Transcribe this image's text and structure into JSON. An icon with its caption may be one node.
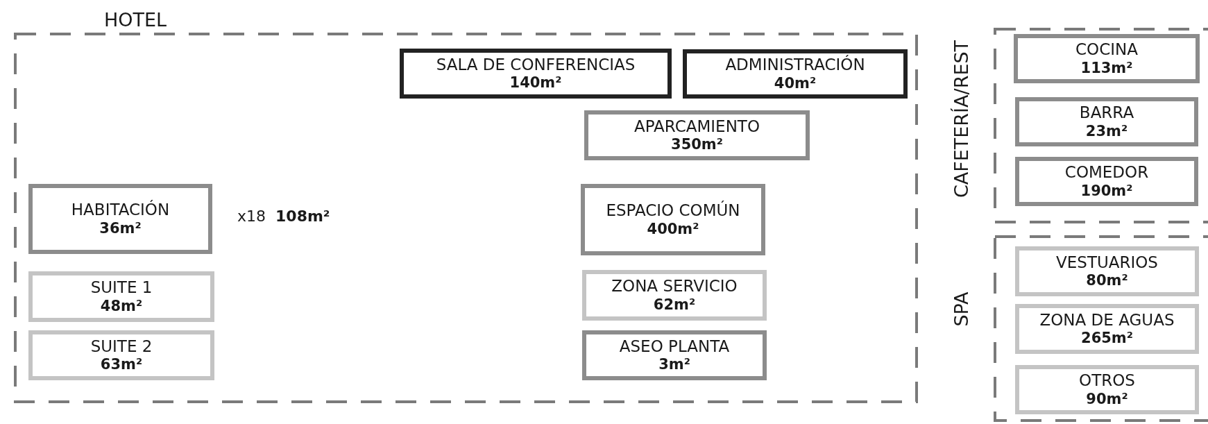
{
  "diagram": {
    "nodes": [
      {
        "text": [
          "HOTEL"
        ]
      },
      {
        "text": [
          "SALA DE CONFERENCIAS",
          "140m²"
        ],
        "in": 0
      },
      {
        "text": [
          "ADMINISTRACIÓN",
          "40m²"
        ],
        "in": 0
      },
      {
        "text": [
          "APARCAMIENTO",
          "350m²"
        ],
        "in": 0
      },
      {
        "text": [
          "HABITACIÓN",
          "36m²"
        ],
        "in": 0,
        "beside": [
          "x18",
          "108m²"
        ]
      },
      {
        "text": [
          "ESPACIO COMÚN",
          "400m²"
        ],
        "in": 0
      },
      {
        "text": [
          "SUITE 1",
          "48m²"
        ],
        "in": 0
      },
      {
        "text": [
          "ZONA SERVICIO",
          "62m²"
        ],
        "in": 0
      },
      {
        "text": [
          "SUITE 2",
          "63m²"
        ],
        "in": 0
      },
      {
        "text": [
          "ASEO PLANTA",
          "3m²"
        ],
        "in": 0
      },
      {
        "text": [
          "CAFETERÍA/REST"
        ]
      },
      {
        "text": [
          "COCINA",
          "113m²"
        ],
        "in": 10
      },
      {
        "text": [
          "BARRA",
          "23m²"
        ],
        "in": 10
      },
      {
        "text": [
          "COMEDOR",
          "190m²"
        ],
        "in": 10
      },
      {
        "text": [
          "SPA"
        ]
      },
      {
        "text": [
          "VESTUARIOS",
          "80m²"
        ],
        "in": 14
      },
      {
        "text": [
          "ZONA DE AGUAS",
          "265m²"
        ],
        "in": 14
      },
      {
        "text": [
          "OTROS",
          "90m²"
        ],
        "in": 14
      }
    ],
    "edges": []
  }
}
